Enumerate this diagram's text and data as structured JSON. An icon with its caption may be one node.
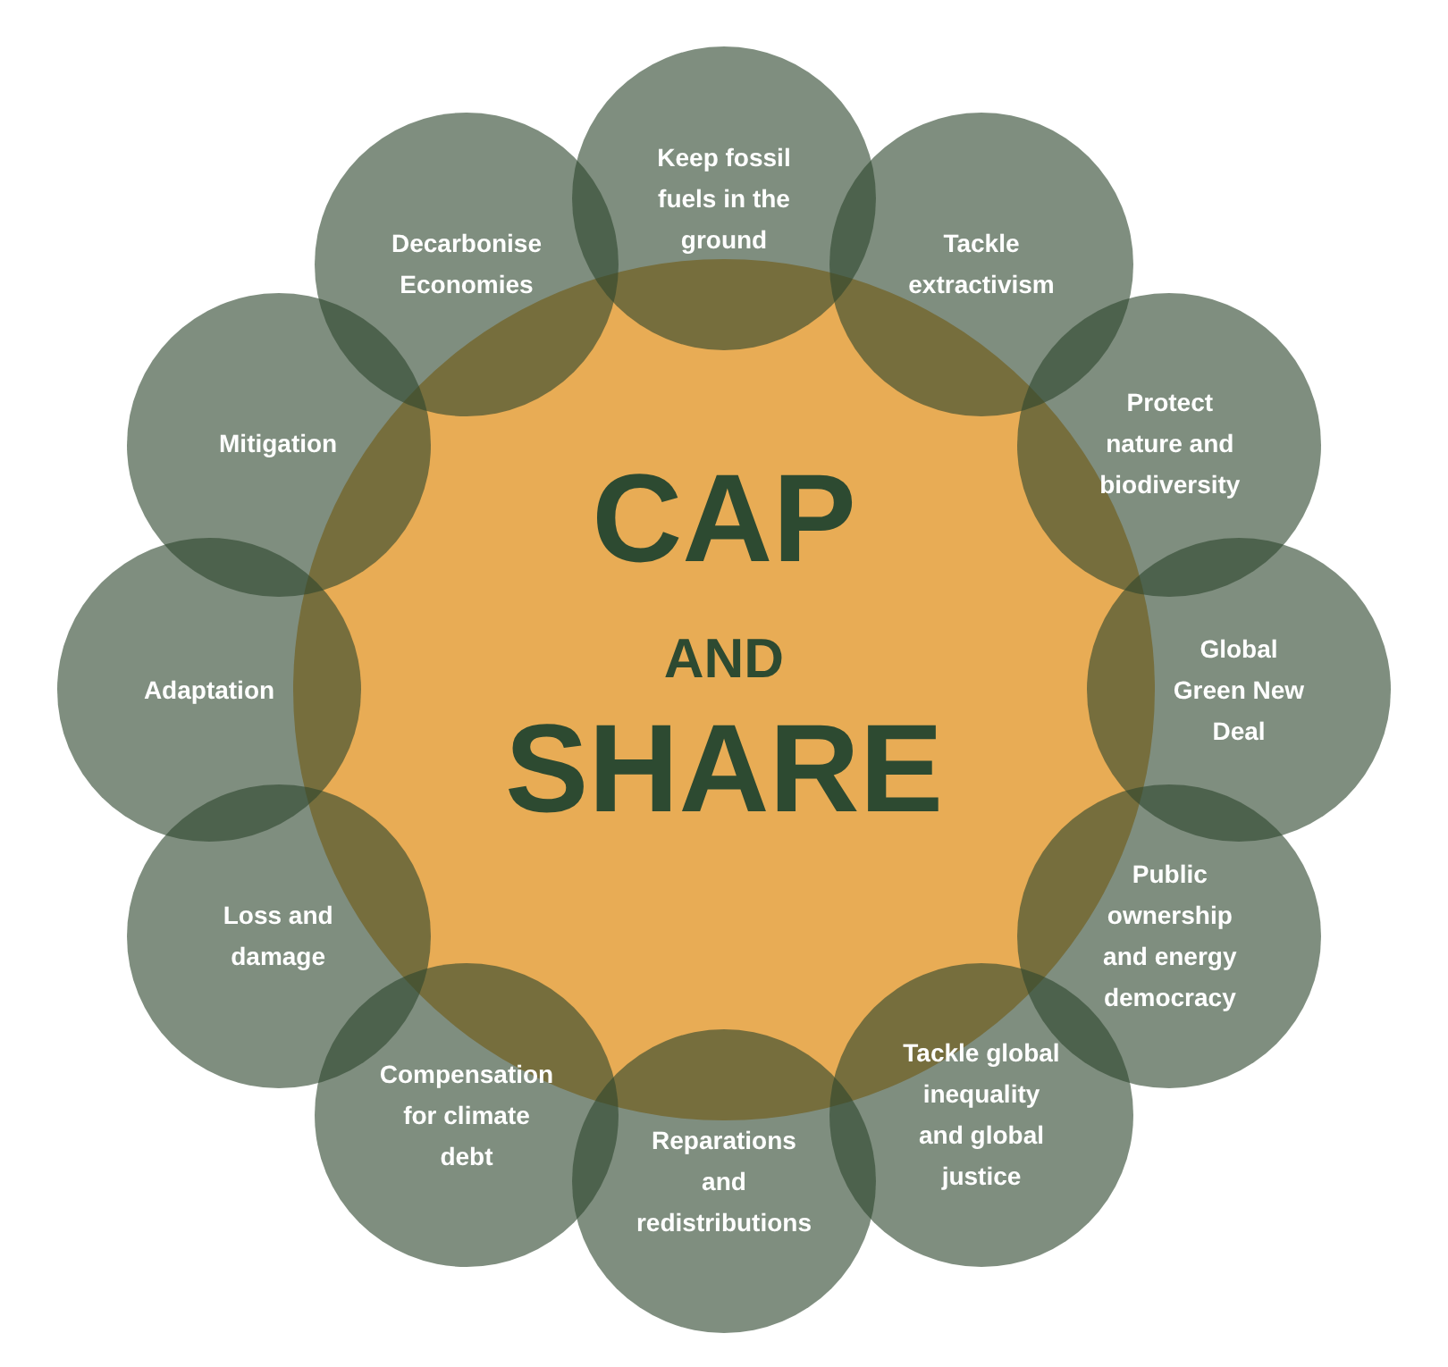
{
  "diagram": {
    "nodes": [
      {
        "text": [
          "CAP",
          "AND",
          "SHARE"
        ]
      },
      {
        "text": [
          "Keep fossil fuels in the ground"
        ]
      },
      {
        "text": [
          "Tackle extractivism"
        ]
      },
      {
        "text": [
          "Protect nature and biodiversity"
        ]
      },
      {
        "text": [
          "Global Green New Deal"
        ]
      },
      {
        "text": [
          "Public ownership and energy democracy"
        ]
      },
      {
        "text": [
          "Tackle global inequality and global justice"
        ]
      },
      {
        "text": [
          "Reparations and redistributions"
        ]
      },
      {
        "text": [
          "Compensation for climate debt"
        ]
      },
      {
        "text": [
          "Loss and damage"
        ]
      },
      {
        "text": [
          "Adaptation"
        ]
      },
      {
        "text": [
          "Mitigation"
        ]
      },
      {
        "text": [
          "Decarbonise Economies"
        ]
      }
    ]
  }
}
